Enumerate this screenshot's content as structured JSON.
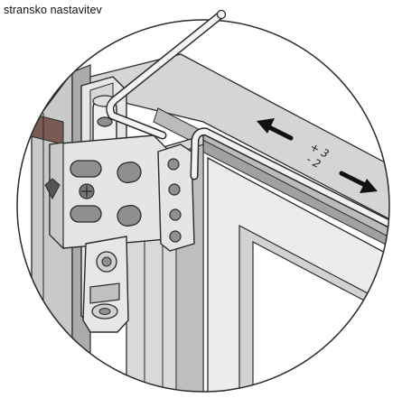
{
  "caption": "stransko nastavitev",
  "adjustment": {
    "plus": "+ 3",
    "minus": "- 2"
  },
  "colors": {
    "outline": "#2a2a2a",
    "frame_fill": "#c9cbcc",
    "frame_dark": "#9a9c9e",
    "bracket_fill": "#e4e5e6",
    "hole_fill": "#8d8f91",
    "arrow": "#111111",
    "background": "#ffffff"
  }
}
